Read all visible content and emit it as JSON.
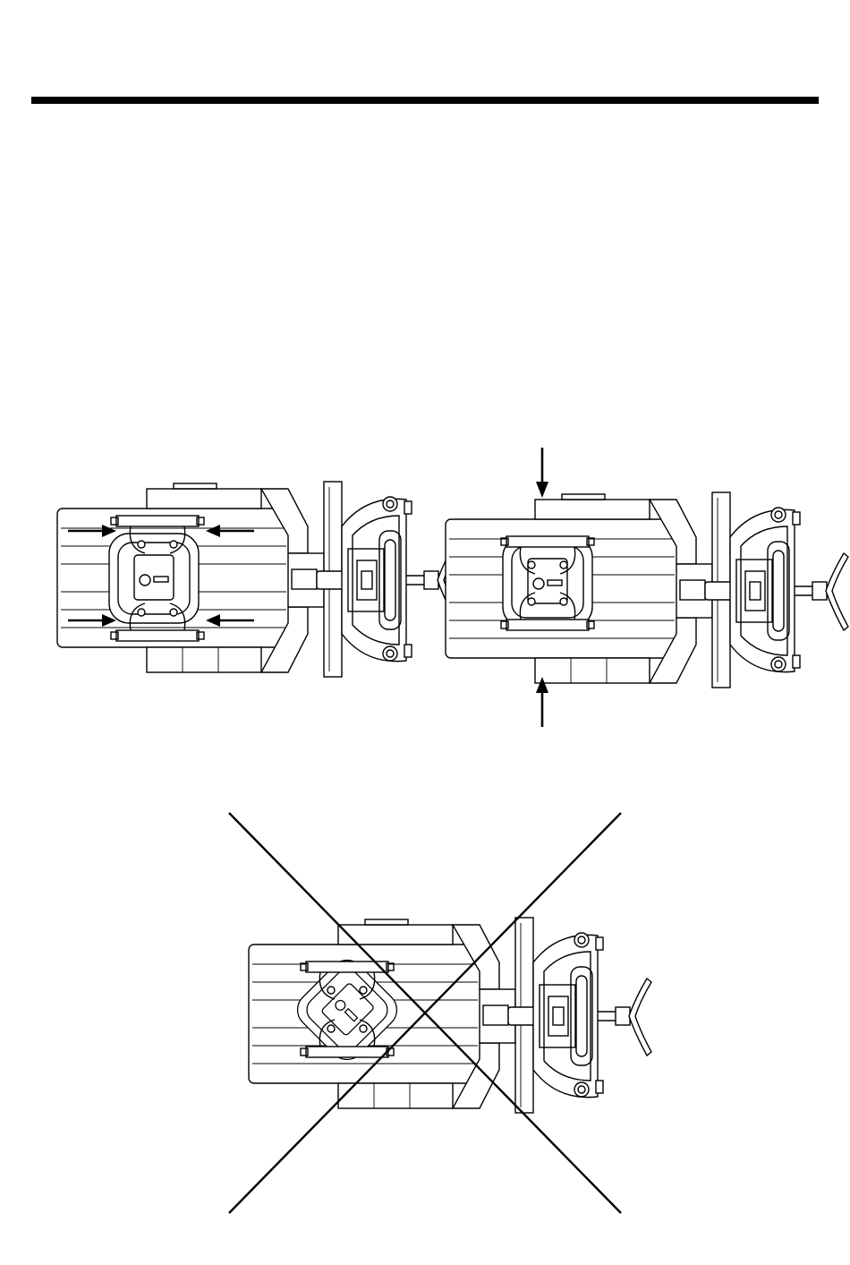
{
  "figures": [
    {
      "id": "correct-sideways-clamps",
      "arrows": "horizontal-inward",
      "crossed_out": false
    },
    {
      "id": "correct-vertical-clamps",
      "arrows": "vertical-inward",
      "crossed_out": false
    },
    {
      "id": "incorrect-rotated-workpiece",
      "arrows": "none",
      "crossed_out": true
    }
  ],
  "colors": {
    "ink": "#000000",
    "paper": "#ffffff"
  },
  "icons": [
    "arrow-right-icon",
    "arrow-left-icon",
    "arrow-down-icon",
    "arrow-up-icon",
    "x-cross-icon"
  ]
}
